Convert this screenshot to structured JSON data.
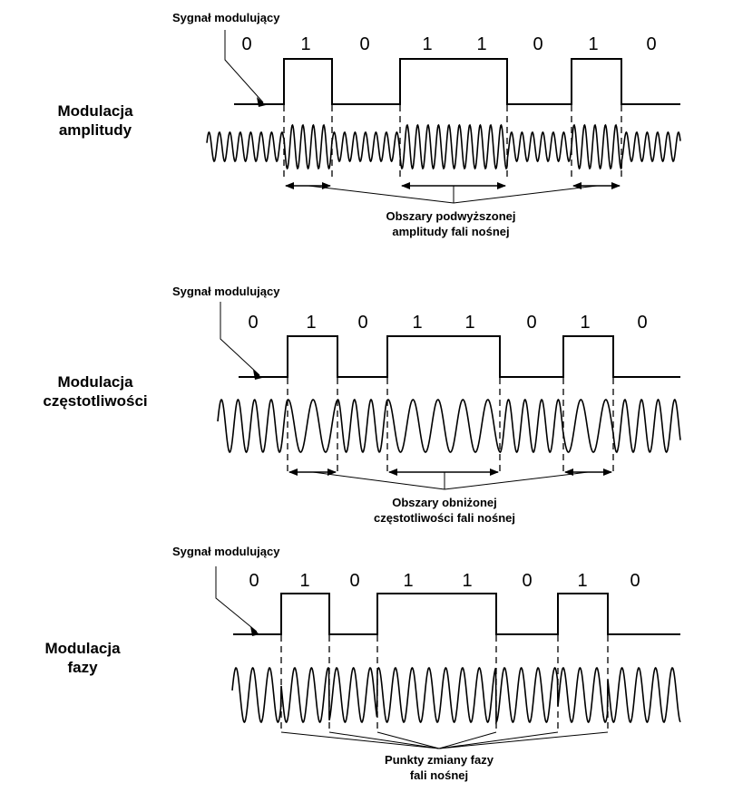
{
  "bits": [
    "0",
    "1",
    "0",
    "1",
    "1",
    "0",
    "1",
    "0"
  ],
  "panels": [
    {
      "signal_label": "Sygnał modulujący",
      "title_line1": "Modulacja",
      "title_line2": "amplitudy",
      "note_line1": "Obszary podwyższonej",
      "note_line2": "amplitudy fali nośnej"
    },
    {
      "signal_label": "Sygnał modulujący",
      "title_line1": "Modulacja",
      "title_line2": "częstotliwości",
      "note_line1": "Obszary obniżonej",
      "note_line2": "częstotliwości fali nośnej"
    },
    {
      "signal_label": "Sygnał modulujący",
      "title_line1": "Modulacja",
      "title_line2": "fazy",
      "note_line1": "Punkty zmiany fazy",
      "note_line2": "fali nośnej"
    }
  ]
}
